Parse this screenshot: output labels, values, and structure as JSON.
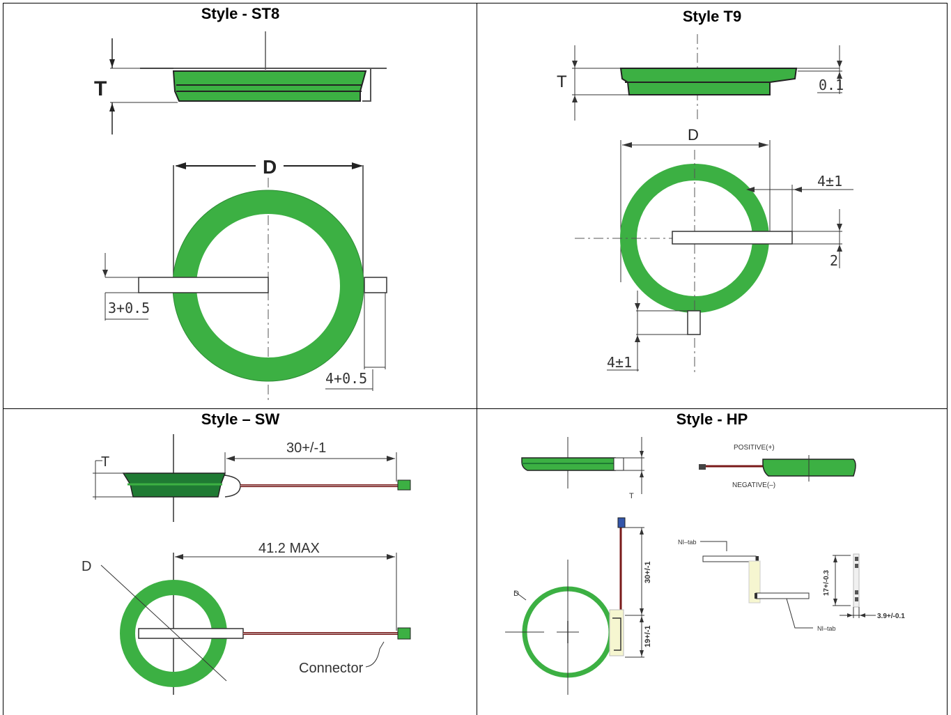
{
  "panels": {
    "st8": {
      "title": "Style - ST8",
      "labels": {
        "t": "T",
        "d": "D",
        "dim_left": "3+0.5",
        "dim_right": "4+0.5"
      }
    },
    "t9": {
      "title": "Style T9",
      "labels": {
        "t": "T",
        "d": "D",
        "thickness": "0.1",
        "tab_offset": "4±1",
        "tab_width": "2",
        "bottom_offset": "4±1"
      }
    },
    "sw": {
      "title": "Style – SW",
      "labels": {
        "t": "T",
        "d": "D",
        "wire_length": "30+/-1",
        "max_length": "41.2 MAX",
        "connector": "Connector"
      }
    },
    "hp": {
      "title": "Style - HP",
      "labels": {
        "t": "T",
        "d": "D",
        "positive": "POSITIVE(+)",
        "negative": "NEGATIVE(–)",
        "ni_tab_top": "NI–tab",
        "ni_tab_bottom": "NI–tab",
        "dim_30": "30+/-1",
        "dim_19": "19+/-1",
        "dim_17": "17+/-0.3",
        "dim_39": "3.9+/-0.1"
      }
    }
  },
  "colors": {
    "cell_green": "#3cb043",
    "cell_green_dark": "#1f7a33",
    "outline": "#000000",
    "wire": "#7a1a1a"
  }
}
